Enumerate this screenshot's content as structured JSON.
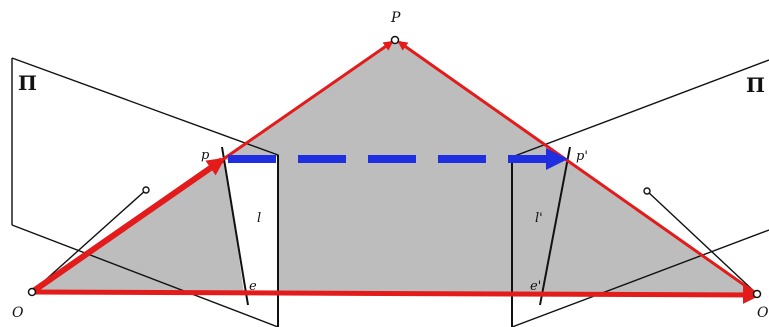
{
  "labels": {
    "P": "P",
    "p": "p",
    "p_prime": "p'",
    "l": "l",
    "l_prime": "l'",
    "e": "e",
    "e_prime": "e'",
    "O": "O",
    "O_prime": "O'",
    "pi_left": "Π",
    "pi_right": "Π"
  },
  "colors": {
    "triangle_fill": "#bdbdbd",
    "red": "#e31b1b",
    "blue": "#1f2fe0",
    "line": "#111111",
    "background": "#ffffff"
  }
}
